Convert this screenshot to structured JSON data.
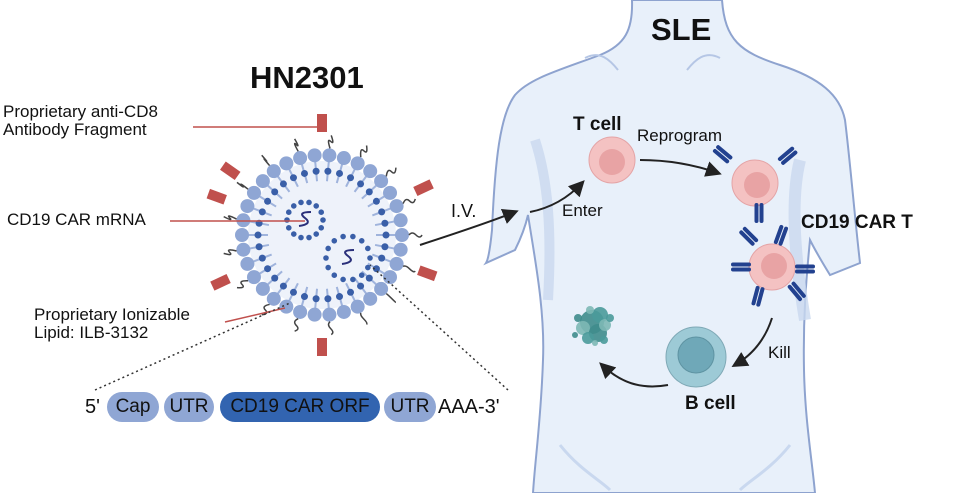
{
  "diagram": {
    "product_title": "HN2301",
    "disease_title": "SLE",
    "labels": {
      "antibody": [
        "Proprietary anti-CD8",
        "Antibody Fragment"
      ],
      "mrna": "CD19 CAR mRNA",
      "lipid": [
        "Proprietary Ionizable",
        "Lipid: ILB-3132"
      ]
    },
    "route": "I.V.",
    "steps": {
      "enter": "Enter",
      "reprogram": "Reprogram",
      "kill": "Kill"
    },
    "cells": {
      "t_cell": "T cell",
      "car_t": "CD19 CAR T",
      "b_cell": "B cell"
    },
    "mrna_construct": {
      "prefix": "5'",
      "segments": [
        {
          "label": "Cap",
          "tone": "light"
        },
        {
          "label": "UTR",
          "tone": "light"
        },
        {
          "label": "CD19 CAR ORF",
          "tone": "dark"
        },
        {
          "label": "UTR",
          "tone": "light"
        }
      ],
      "suffix": "AAA-3'"
    },
    "colors": {
      "lipid_head": "#8fa6d4",
      "lipid_core": "#3a5fa8",
      "antibody": "#c0504d",
      "body_fill": "#e8f0fa",
      "body_outline": "#7f95c4",
      "t_cell": "#f4c2c2",
      "t_nucleus": "#e8a3a4",
      "car": "#22418f",
      "b_cell": "#9dcad6",
      "b_nucleus": "#6fa8b8",
      "debris": "#4a9a9a"
    }
  }
}
